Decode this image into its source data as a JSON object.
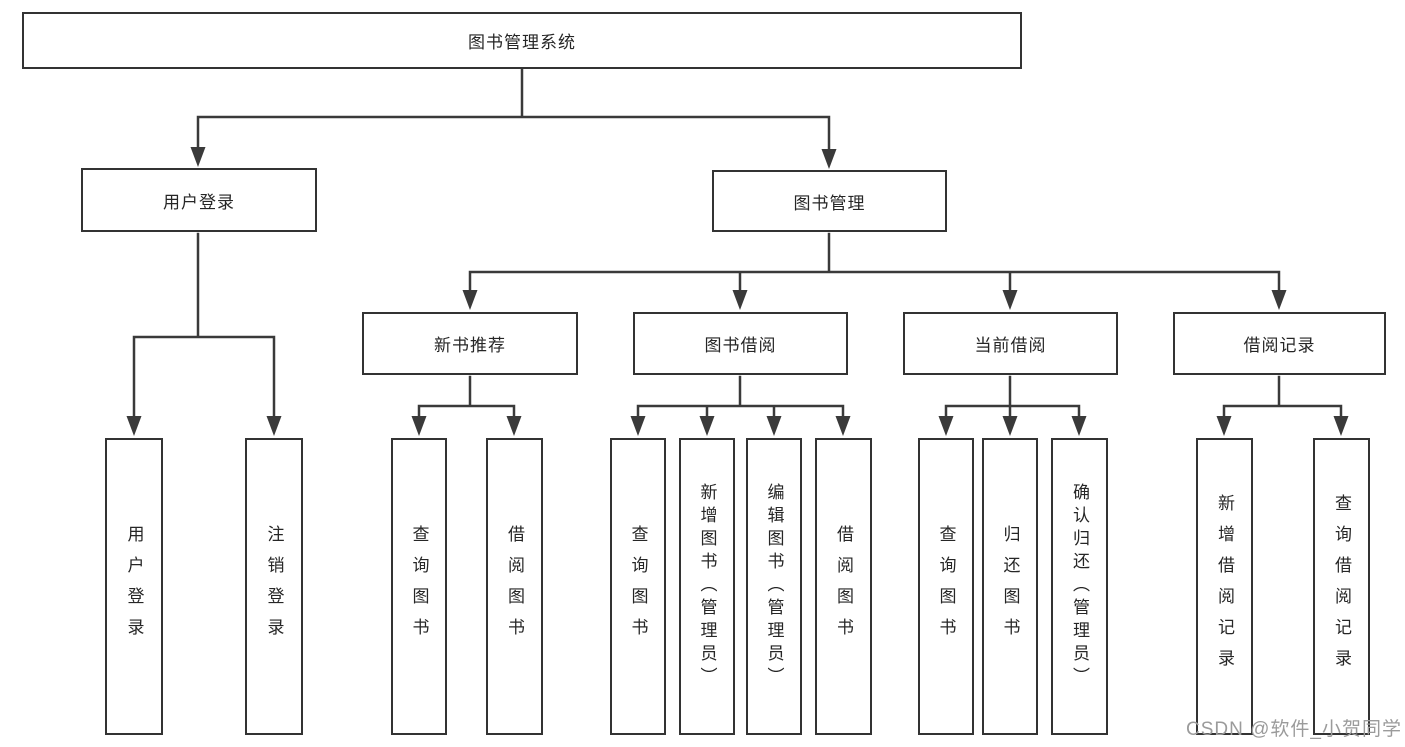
{
  "diagram": {
    "root": {
      "label": "图书管理系统"
    },
    "branches": [
      {
        "label": "用户登录",
        "children": [
          {
            "label": "用户登录"
          },
          {
            "label": "注销登录"
          }
        ]
      },
      {
        "label": "图书管理",
        "children": [
          {
            "label": "新书推荐",
            "children": [
              {
                "label": "查询图书"
              },
              {
                "label": "借阅图书"
              }
            ]
          },
          {
            "label": "图书借阅",
            "children": [
              {
                "label": "查询图书"
              },
              {
                "label": "新增图书（管理员）"
              },
              {
                "label": "编辑图书（管理员）"
              },
              {
                "label": "借阅图书"
              }
            ]
          },
          {
            "label": "当前借阅",
            "children": [
              {
                "label": "查询图书"
              },
              {
                "label": "归还图书"
              },
              {
                "label": "确认归还（管理员）"
              }
            ]
          },
          {
            "label": "借阅记录",
            "children": [
              {
                "label": "新增借阅记录"
              },
              {
                "label": "查询借阅记录"
              }
            ]
          }
        ]
      }
    ]
  },
  "watermark": {
    "text": "CSDN @软件_小贺同学",
    "color": "#9b9b9b"
  },
  "colors": {
    "background": "#ffffff",
    "box_border": "#333333",
    "connector": "#3a3a3a",
    "text": "#262626"
  }
}
